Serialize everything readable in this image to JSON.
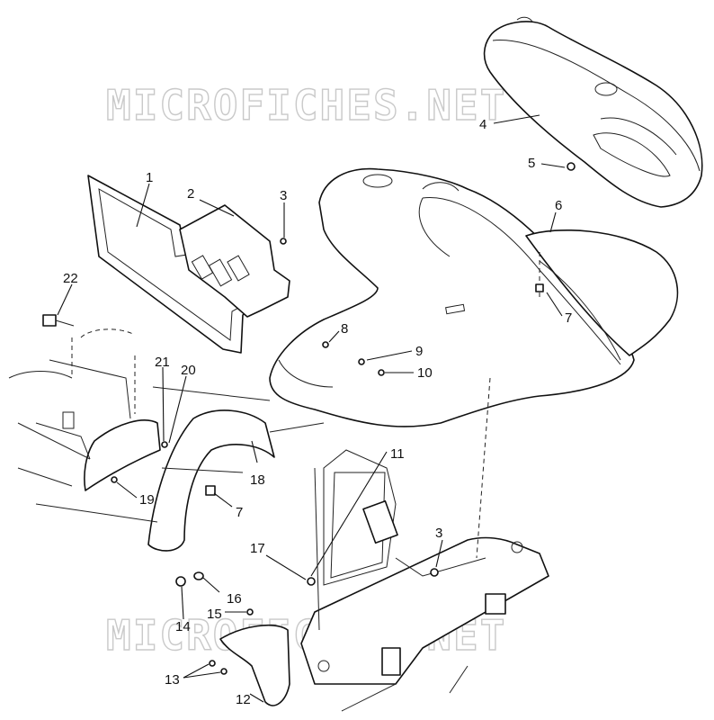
{
  "watermark": {
    "text_top": "MICROFICHES.NET",
    "text_bottom": "MICROFICHES.NET"
  },
  "callouts": {
    "c1": "1",
    "c2": "2",
    "c3a": "3",
    "c3b": "3",
    "c4": "4",
    "c5": "5",
    "c6": "6",
    "c7a": "7",
    "c7b": "7",
    "c8": "8",
    "c9": "9",
    "c10": "10",
    "c11": "11",
    "c12": "12",
    "c13": "13",
    "c14": "14",
    "c15": "15",
    "c16": "16",
    "c17": "17",
    "c18": "18",
    "c19": "19",
    "c20": "20",
    "c21": "21",
    "c22": "22"
  }
}
